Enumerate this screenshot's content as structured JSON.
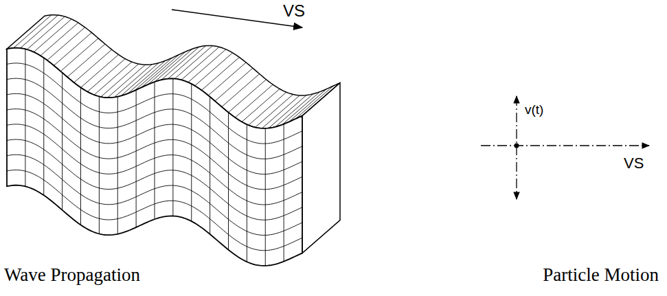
{
  "diagram": {
    "labels": [
      "VS",
      "v(t)",
      "VS",
      "Wave Propagation",
      "Particle Motion"
    ]
  }
}
